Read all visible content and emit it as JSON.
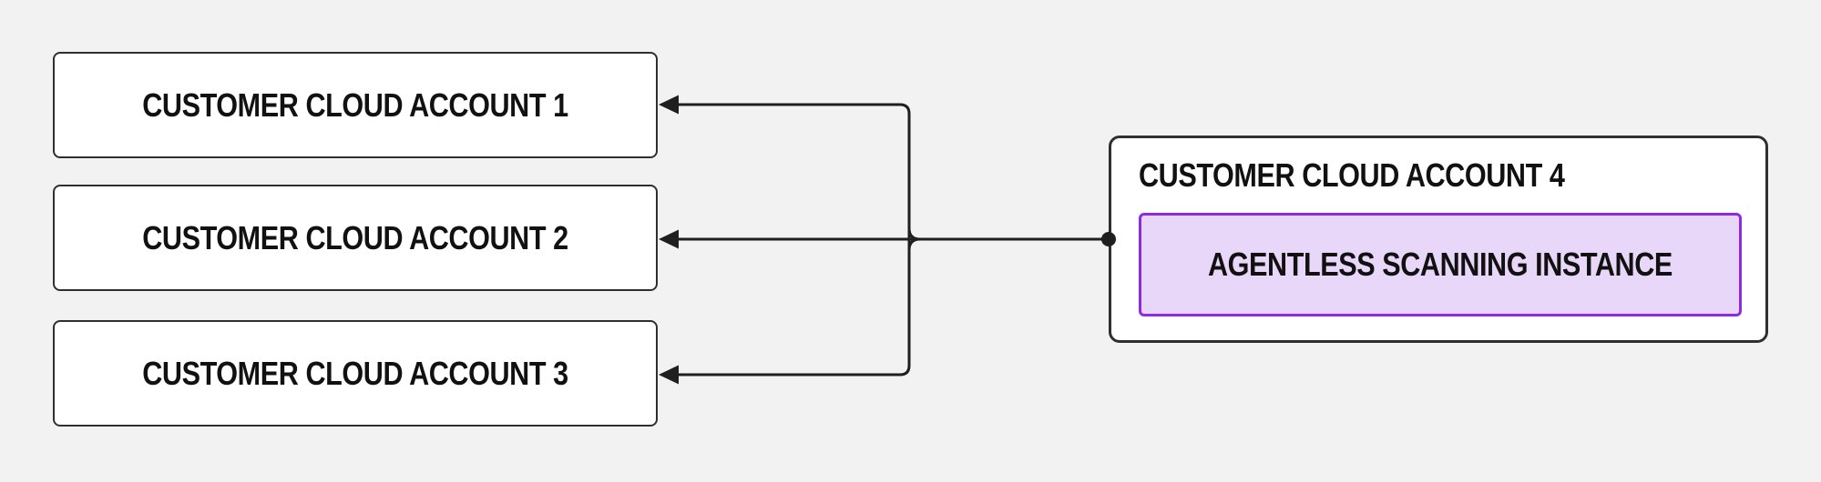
{
  "diagram": {
    "background": "#f2f2f2",
    "colors": {
      "box_border": "#2f2f2f",
      "box_fill": "#ffffff",
      "connector": "#1f1f1f",
      "accent_border": "#8c2ae6",
      "accent_fill": "#e9d7fa",
      "text": "#111111"
    },
    "accounts": [
      {
        "label": "CUSTOMER CLOUD ACCOUNT 1"
      },
      {
        "label": "CUSTOMER CLOUD ACCOUNT 2"
      },
      {
        "label": "CUSTOMER CLOUD ACCOUNT 3"
      }
    ],
    "scanner_account": {
      "label": "CUSTOMER CLOUD ACCOUNT 4",
      "instance_label": "AGENTLESS SCANNING INSTANCE"
    }
  }
}
